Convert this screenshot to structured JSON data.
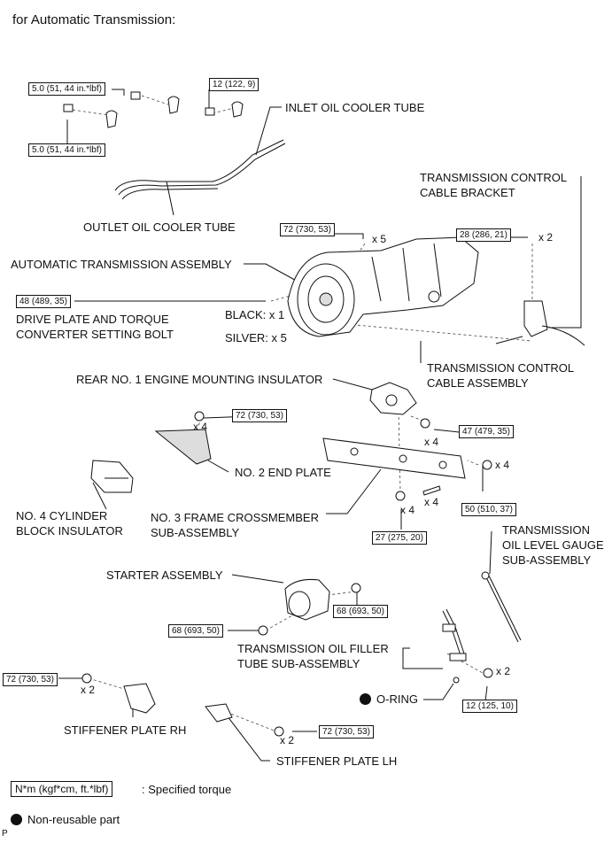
{
  "header": "for Automatic Transmission:",
  "torque": {
    "t_bracket_a": "5.0 (51, 44 in.*lbf)",
    "t_bracket_b": "5.0 (51, 44 in.*lbf)",
    "t_clamp": "12 (122, 9)",
    "t_trans_top": "72 (730, 53)",
    "t_cable_bracket": "28 (286, 21)",
    "t_drive_plate": "48 (489, 35)",
    "t_endplate": "72 (730, 53)",
    "t_mount_ins": "47 (479, 35)",
    "t_cross_right": "50 (510, 37)",
    "t_cross_bottom": "27 (275, 20)",
    "t_starter_top": "68 (693, 50)",
    "t_starter_left": "68 (693, 50)",
    "t_filler": "12 (125, 10)",
    "t_stiff_rh": "72 (730, 53)",
    "t_stiff_lh": "72 (730, 53)"
  },
  "quantities": {
    "q_trans_top": "x 5",
    "q_cable_bracket": "x 2",
    "q_endplate": "x 4",
    "q_mount_ins": "x 4",
    "q_cross_right": "x 4",
    "q_cross_mid": "x 4",
    "q_cross_bottom": "x 4",
    "q_filler": "x 2",
    "q_stiff_rh": "x 2",
    "q_stiff_lh": "x 2"
  },
  "labels": {
    "inlet_tube": "INLET OIL COOLER TUBE",
    "outlet_tube": "OUTLET OIL COOLER TUBE",
    "cable_bracket_1": "TRANSMISSION CONTROL",
    "cable_bracket_2": "CABLE BRACKET",
    "at_assembly": "AUTOMATIC TRANSMISSION ASSEMBLY",
    "drive_plate_1": "DRIVE PLATE AND TORQUE",
    "drive_plate_2": "CONVERTER SETTING BOLT",
    "black": "BLACK: x 1",
    "silver": "SILVER: x 5",
    "cable_assembly_1": "TRANSMISSION CONTROL",
    "cable_assembly_2": "CABLE ASSEMBLY",
    "rear_mount": "REAR NO. 1 ENGINE MOUNTING INSULATOR",
    "end_plate": "NO. 2 END PLATE",
    "cyl_ins_1": "NO. 4 CYLINDER",
    "cyl_ins_2": "BLOCK INSULATOR",
    "crossmember_1": "NO. 3 FRAME CROSSMEMBER",
    "crossmember_2": "SUB-ASSEMBLY",
    "gauge_1": "TRANSMISSION",
    "gauge_2": "OIL LEVEL GAUGE",
    "gauge_3": "SUB-ASSEMBLY",
    "starter": "STARTER ASSEMBLY",
    "filler_1": "TRANSMISSION OIL FILLER",
    "filler_2": "TUBE SUB-ASSEMBLY",
    "o_ring": "O-RING",
    "stiff_rh": "STIFFENER PLATE RH",
    "stiff_lh": "STIFFENER PLATE LH"
  },
  "legend": {
    "torque_box": "N*m (kgf*cm, ft.*lbf)",
    "torque_text": ": Specified torque",
    "nonreusable": "Non-reusable part"
  },
  "footer_mark": "P"
}
